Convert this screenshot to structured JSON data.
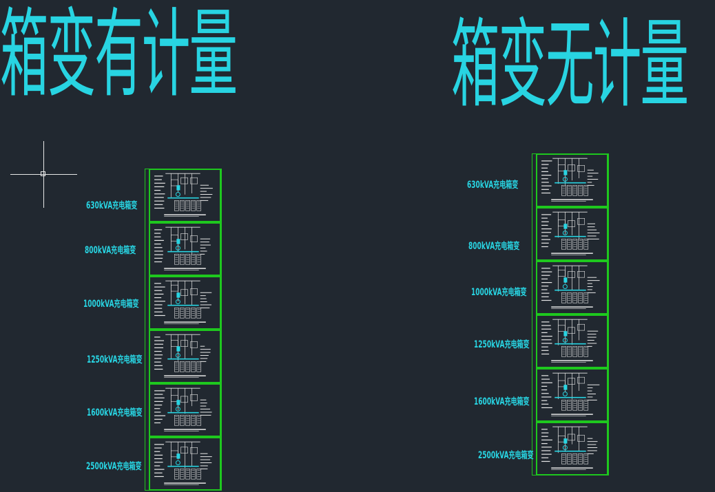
{
  "titles": {
    "left": "箱变有计量",
    "right": "箱变无计量"
  },
  "left_group": {
    "labels": [
      "630kVA充电箱变",
      "800kVA充电箱变",
      "1000kVA充电箱变",
      "1250kVA充电箱变",
      "1600kVA充电箱变",
      "2500kVA充电箱变"
    ]
  },
  "right_group": {
    "labels": [
      "630kVA充电箱变",
      "800kVA充电箱变",
      "1000kVA充电箱变",
      "1250kVA充电箱变",
      "1600kVA充电箱变",
      "2500kVA充电箱变"
    ]
  },
  "colors": {
    "background": "#212830",
    "cyan": "#28d4e2",
    "frame_green": "#1ec81e",
    "drawing_white": "#e8e8e8",
    "cursor": "#e9e9e9"
  },
  "icons": {
    "cursor": "crosshair-cursor-icon"
  }
}
